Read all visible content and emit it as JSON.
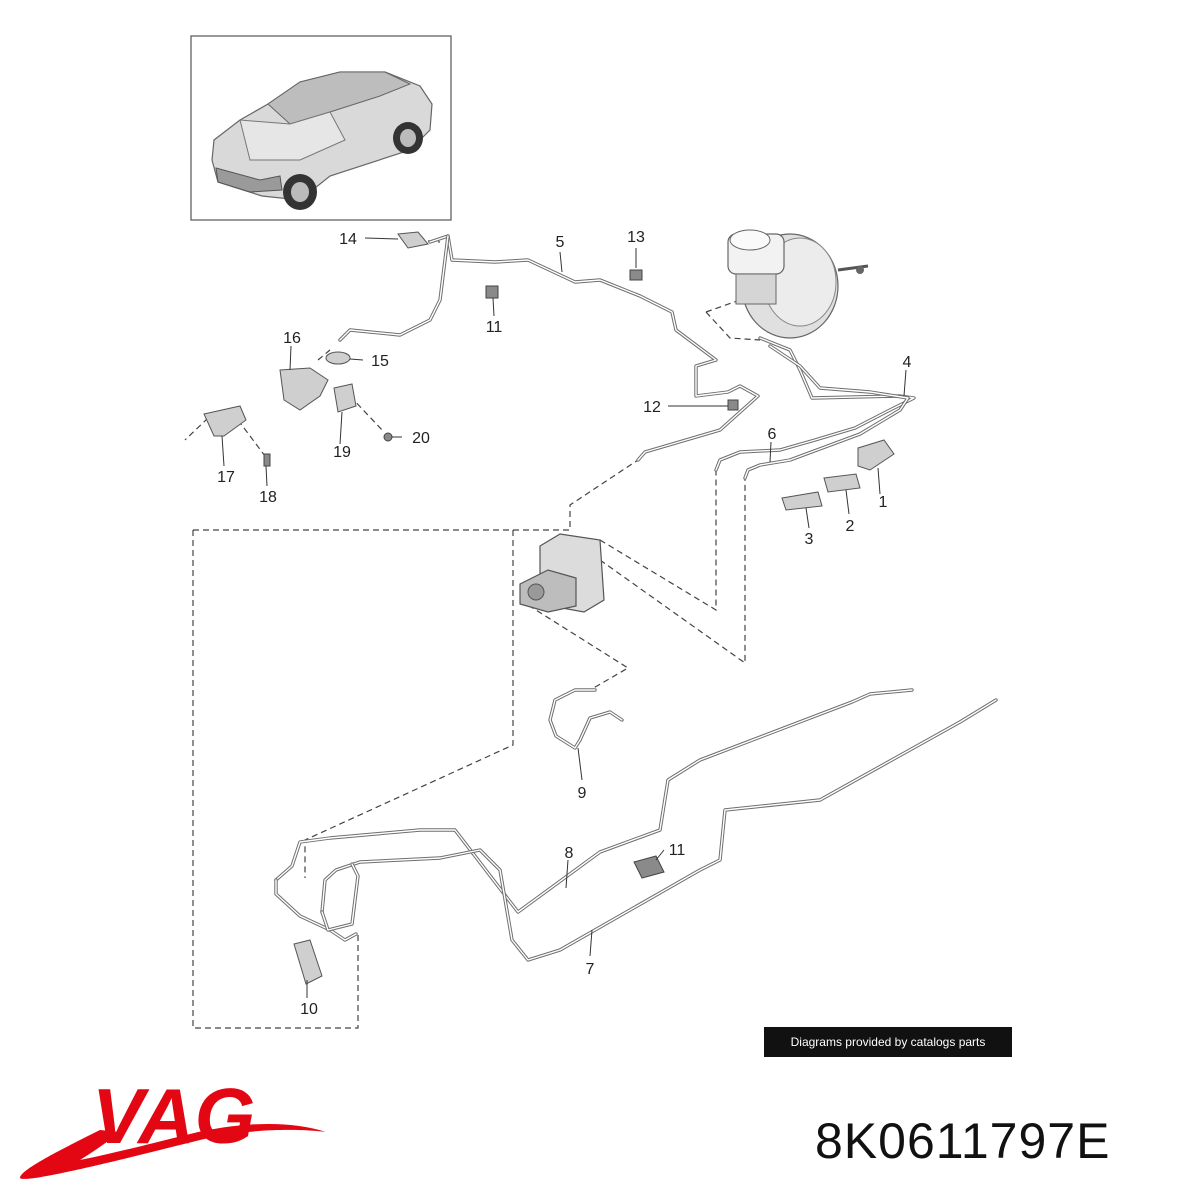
{
  "brand": {
    "logo_text": "VAG",
    "logo_color": "#e30613"
  },
  "part_number": "8K0611797E",
  "banner_text": "Diagrams provided by catalogs parts",
  "callouts": [
    "1",
    "2",
    "3",
    "4",
    "5",
    "6",
    "7",
    "8",
    "9",
    "10",
    "11",
    "11",
    "12",
    "13",
    "14",
    "15",
    "16",
    "17",
    "18",
    "19",
    "20"
  ]
}
